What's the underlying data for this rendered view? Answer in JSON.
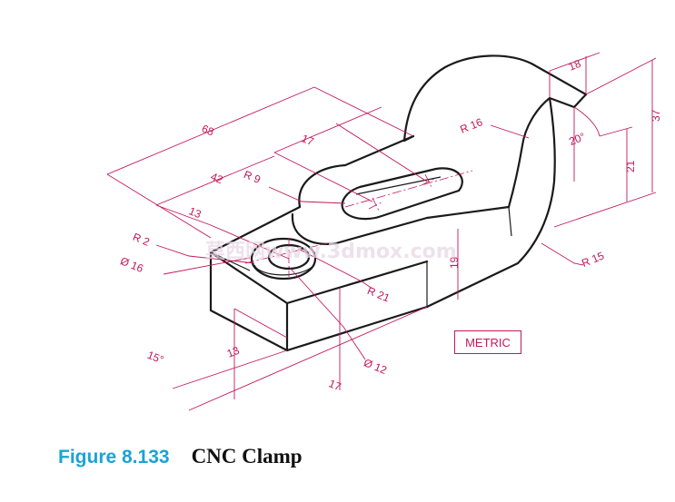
{
  "figure": {
    "label": "Figure 8.133",
    "title": "CNC Clamp"
  },
  "note": "METRIC",
  "watermark": "莫西网www.3dmox.com",
  "dimensions": {
    "overall_length": "68",
    "slot_length": "17",
    "hole_position": "42",
    "boss_offset": "13",
    "slot_radius": "R 9",
    "fillet_small": "R 2",
    "counterbore_dia": "Ø 16",
    "hook_radius": "R 16",
    "hook_width": "18",
    "hook_angle": "20°",
    "overall_height": "37",
    "hook_height": "21",
    "bottom_radius": "R 15",
    "body_height": "19",
    "boss_radius": "R 21",
    "hole_dia": "Ø 12",
    "base_height": "13",
    "chamfer_angle": "15°",
    "hole_location": "17"
  },
  "colors": {
    "dimension": "#c2185b",
    "object": "#1a1a1a",
    "figure_label": "#1ba3d6"
  }
}
